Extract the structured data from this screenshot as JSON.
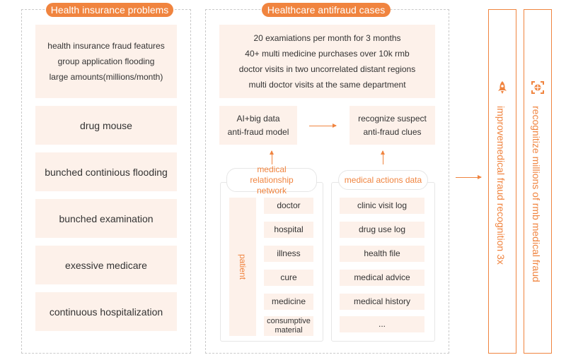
{
  "left_panel": {
    "title": "Health insurance problems",
    "intro_lines": [
      "health insurance fraud features",
      "group application flooding",
      "large amounts(millions/month)"
    ],
    "items": [
      "drug mouse",
      "bunched continious flooding",
      "bunched examination",
      "exessive medicare",
      "continuous hospitalization"
    ]
  },
  "middle_panel": {
    "title": "Healthcare antifraud cases",
    "cases": [
      "20 examiations per month for 3 months",
      "40+ multi medicine purchases over 10k rmb",
      "doctor visits in two uncorrelated distant regions",
      "multi doctor visits at the same department"
    ],
    "model_box": [
      "AI+big data",
      "anti-fraud model"
    ],
    "result_box": [
      "recognize suspect",
      "anti-fraud clues"
    ],
    "relationship_network": {
      "label": "medical relationship network",
      "patient_label": "patient",
      "items": [
        "doctor",
        "hospital",
        "illness",
        "cure",
        "medicine",
        "consumptive material"
      ]
    },
    "actions_data": {
      "label": "medical actions data",
      "items": [
        "clinic visit log",
        "drug use log",
        "health file",
        "medical advice",
        "medical history",
        "..."
      ]
    }
  },
  "outcomes": [
    {
      "text": "improvemedical fraud recognition 3x",
      "icon": "rocket-icon"
    },
    {
      "text": "recognitize millions of rmb medical fraud",
      "icon": "target-icon"
    }
  ],
  "colors": {
    "accent": "#f0843f",
    "box_fill": "#fdf1ea",
    "dashed_border": "#c9c9c9"
  }
}
